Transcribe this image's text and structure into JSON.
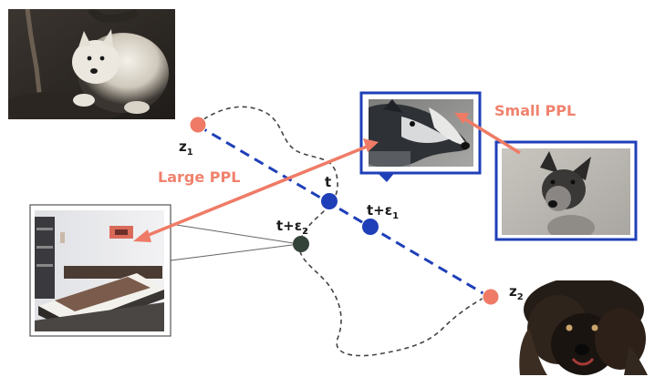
{
  "labels": {
    "z1": "z",
    "z1_sub": "1",
    "z2": "z",
    "z2_sub": "2",
    "t": "t",
    "t_eps1": "t+ε",
    "t_eps1_sub": "1",
    "t_eps2": "t+ε",
    "t_eps2_sub": "2",
    "large_ppl": "Large PPL",
    "small_ppl": "Small PPL"
  },
  "colors": {
    "salmon": "#ef7b66",
    "blue": "#1f3fb8",
    "dark_node": "#34433a",
    "dashed_curve": "#444444",
    "frame_gray": "#888888",
    "salmon_text": "#f0826d"
  },
  "images": {
    "top_left": "white-dog-photo",
    "bedroom": "bedroom-photo",
    "dog_sideview": "dog-side-profile-photo",
    "dog_front": "dog-front-face-photo",
    "dark_dog": "dark-long-haired-dog-photo"
  }
}
